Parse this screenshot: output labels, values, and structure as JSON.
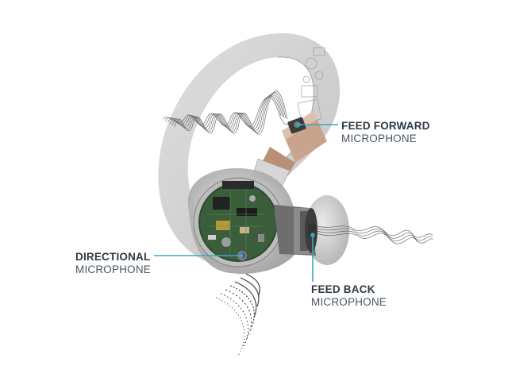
{
  "labels": {
    "feed_forward": {
      "title": "FEED FORWARD",
      "subtitle": "MICROPHONE"
    },
    "directional": {
      "title": "DIRECTIONAL",
      "subtitle": "MICROPHONE"
    },
    "feed_back": {
      "title": "FEED BACK",
      "subtitle": "MICROPHONE"
    }
  },
  "colors": {
    "leader_line": "#3aa6c4",
    "ear_hook": "#c8c8c8",
    "pcb": "#3a5d3a",
    "label_text": "#2f3942"
  }
}
